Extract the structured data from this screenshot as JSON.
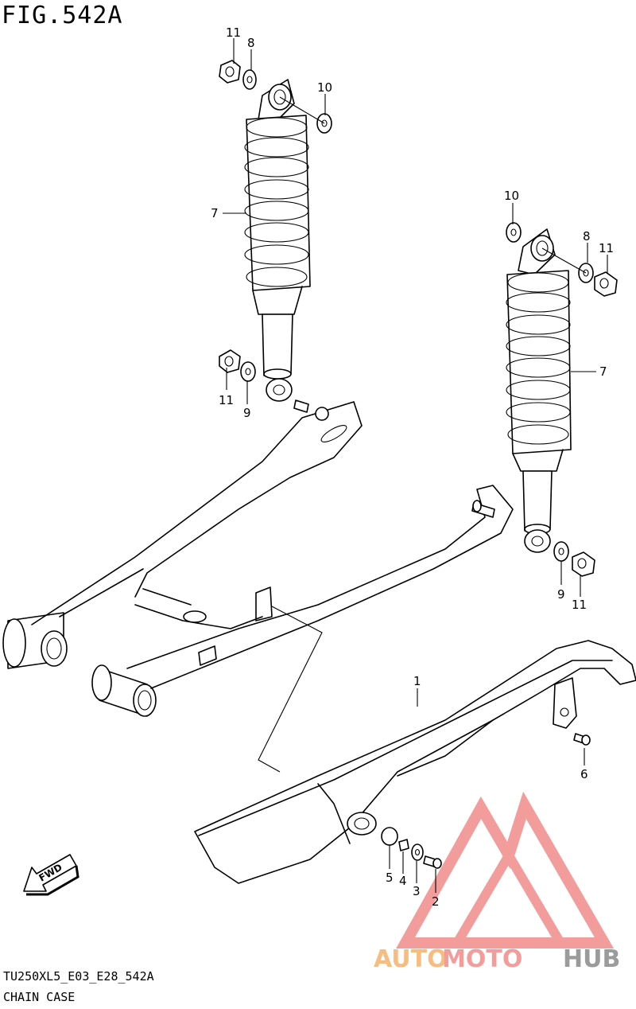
{
  "figure": {
    "title": "FIG.542A",
    "model_code": "TU250XL5_E03_E28_542A",
    "section_name": "CHAIN CASE"
  },
  "callouts": {
    "left_shock_nut_top": "11",
    "left_shock_washer_top": "8",
    "left_shock_washer_right": "10",
    "left_shock_body": "7",
    "left_shock_nut_bottom": "11",
    "left_shock_washer_bottom": "9",
    "right_shock_washer_top": "10",
    "right_shock_washer_right": "8",
    "right_shock_nut_top": "11",
    "right_shock_body": "7",
    "right_shock_washer_bottom": "9",
    "right_shock_nut_bottom": "11",
    "chain_case": "1",
    "bolt_rear": "6",
    "spacer": "5",
    "collar": "4",
    "washer": "3",
    "bolt_front": "2"
  },
  "fwd_arrow": {
    "label": "FWD"
  },
  "watermark": {
    "part1": "AUTO",
    "part2": "MOTO",
    "part3": "HUB",
    "color_primary": "#f26b6b",
    "color_secondary": "#f6b26b",
    "color_dark": "#8a8a8a"
  },
  "icons": [
    "fwd-arrow-icon",
    "automotohub-logo-icon"
  ]
}
